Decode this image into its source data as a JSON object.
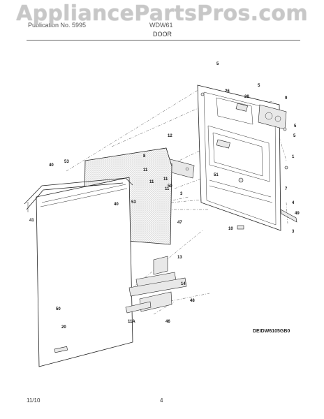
{
  "watermark": "AppliancePartsPros.com",
  "header": {
    "publication": "Publication No. 5995",
    "model": "WDW61",
    "section_title": "DOOR"
  },
  "diagram_code": "DEIDW6105GB0",
  "footer": {
    "date": "11/10",
    "page": "4"
  },
  "callouts": [
    "5",
    "26",
    "5",
    "28",
    "9",
    "5",
    "12",
    "5",
    "1",
    "8",
    "51",
    "11",
    "11",
    "50",
    "11",
    "11",
    "3",
    "7",
    "53",
    "40",
    "41",
    "53",
    "40",
    "47",
    "4",
    "49",
    "10",
    "3",
    "13",
    "14",
    "48",
    "46",
    "11A",
    "50",
    "20"
  ]
}
